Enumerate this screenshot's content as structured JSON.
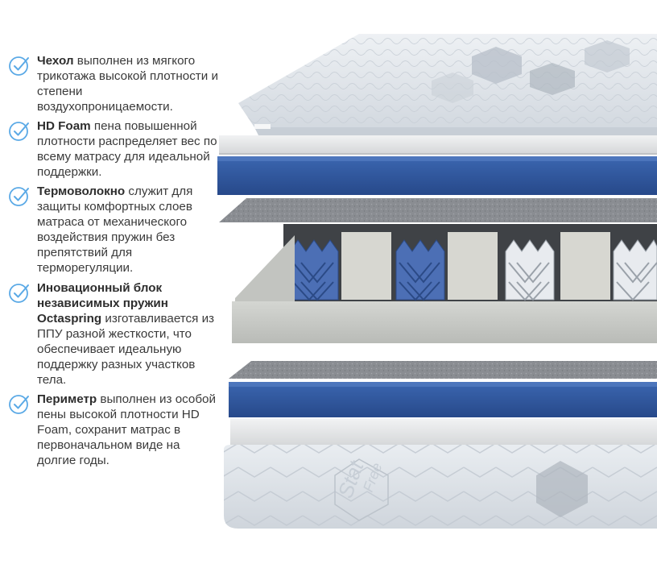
{
  "features": [
    {
      "bold": "Чехол",
      "text": " выполнен из мягкого трикотажа высокой плотности и степени воздухопроницаемости."
    },
    {
      "bold": "HD Foam",
      "text": " пена повышенной плотности распределяет вес по всему матрасу для идеальной поддержки."
    },
    {
      "bold": "Термоволокно",
      "text": " служит для защиты комфортных слоев матраса от механического воздействия пружин без препятствий для терморегуляции."
    },
    {
      "bold": "Иновационный блок независимых пружин Octaspring",
      "text": " изготавливается из ППУ разной жесткости, что обеспечивает идеальную поддержку разных участков тела."
    },
    {
      "bold": "Периметр",
      "text": " выполнен из особой пены высокой плотности HD Foam, сохранит матрас в первоначальном виде на долгие годы."
    }
  ],
  "brand": {
    "line1": "Stat",
    "line2": "Free"
  },
  "colors": {
    "check": "#5aa9e6",
    "blue_foam": "#3b66b0",
    "felt": "#8a8d92",
    "cover": "#dfe4ea",
    "spring_blue": "#4c6fb5",
    "spring_white": "#e8ebef",
    "grey_foam": "#c9cbc7"
  }
}
